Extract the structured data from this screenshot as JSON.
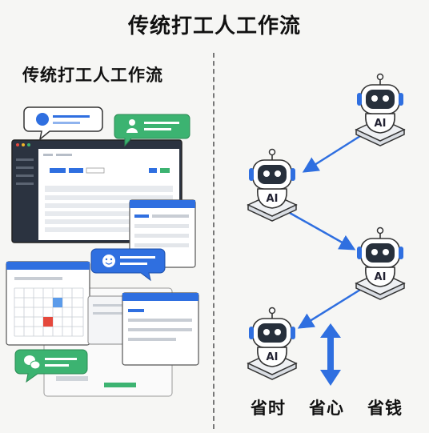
{
  "main_title": "传统打工人工作流",
  "left_panel": {
    "title": "传统打工人工作流"
  },
  "robot_label": "AI",
  "benefits": [
    "省时",
    "省心",
    "省钱"
  ],
  "colors": {
    "accent_blue": "#2f6fe0",
    "chat_green": "#3cb371",
    "calendar_red": "#e5483c",
    "calendar_blue": "#5b9bea",
    "dark_frame": "#2b3340"
  },
  "icons": {
    "chat_bubble_blue": "avatar-chat-bubble-icon",
    "chat_bubble_green": "user-chat-bubble-icon",
    "chat_bubble_smile": "smile-chat-bubble-icon",
    "wechat": "wechat-icon",
    "robot": "ai-robot-icon"
  }
}
